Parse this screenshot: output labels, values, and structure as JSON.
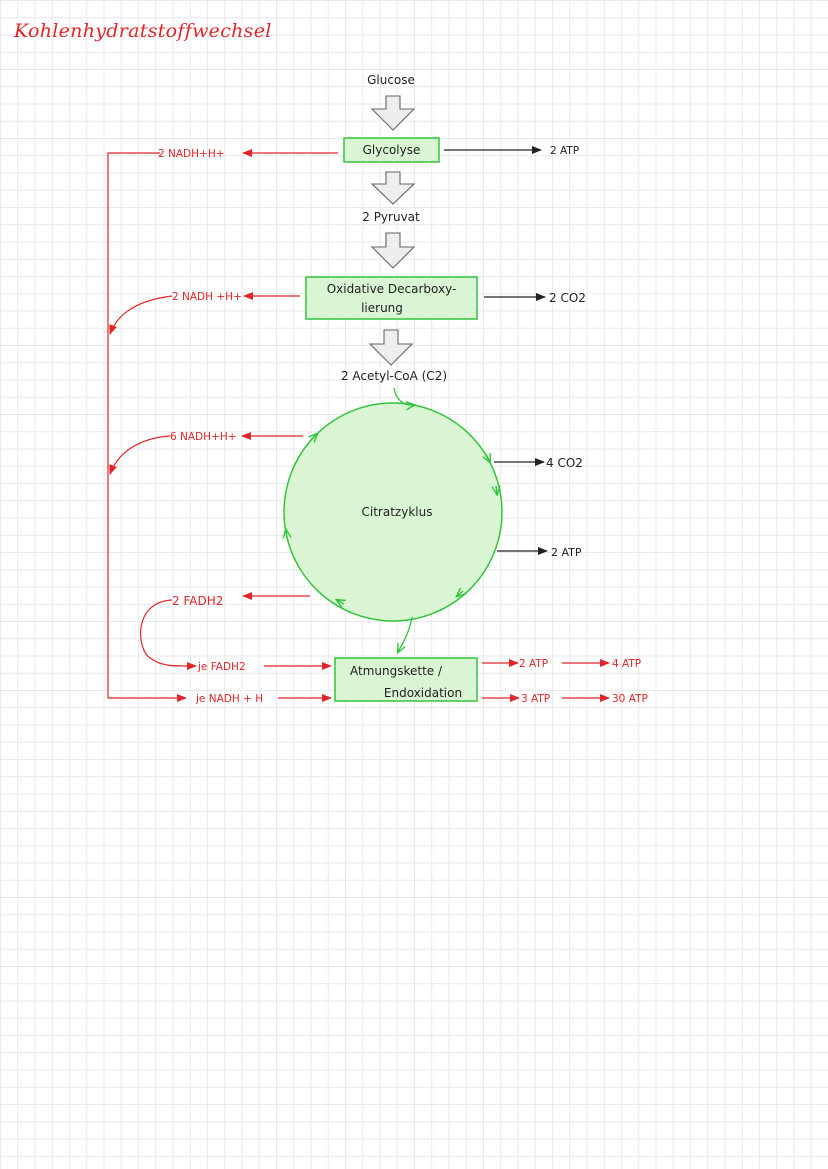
{
  "title": "Kohlenhydratstoffwechsel",
  "nodes": {
    "glucose": "Glucose",
    "glycolyse": "Glycolyse",
    "pyruvat": "2 Pyruvat",
    "decarb_line1": "Oxidative Decarboxy-",
    "decarb_line2": "lierung",
    "acetyl": "2 Acetyl-CoA (C2)",
    "citrat": "Citratzyklus",
    "atmung_line1": "Atmungskette /",
    "atmung_line2": "Endoxidation"
  },
  "outputs": {
    "glyco_atp": "2 ATP",
    "decarb_co2": "2 CO2",
    "citrat_co2": "4 CO2",
    "citrat_atp": "2 ATP",
    "fadh_atp_a": "2 ATP",
    "fadh_atp_b": "4 ATP",
    "nadh_atp_a": "3 ATP",
    "nadh_atp_b": "30 ATP"
  },
  "reductions": {
    "glyco_nadh": "2 NADH+H+",
    "decarb_nadh": "2 NADH +H+",
    "citrat_nadh": "6 NADH+H+",
    "citrat_fadh": "2 FADH2",
    "je_fadh": "je FADH2",
    "je_nadh": "je NADH + H"
  },
  "colors": {
    "red": "#e0262a",
    "green": "#33c43a",
    "green_fill": "#d9f5d4",
    "grey_arrow": "#eeeeee",
    "black": "#222222"
  }
}
